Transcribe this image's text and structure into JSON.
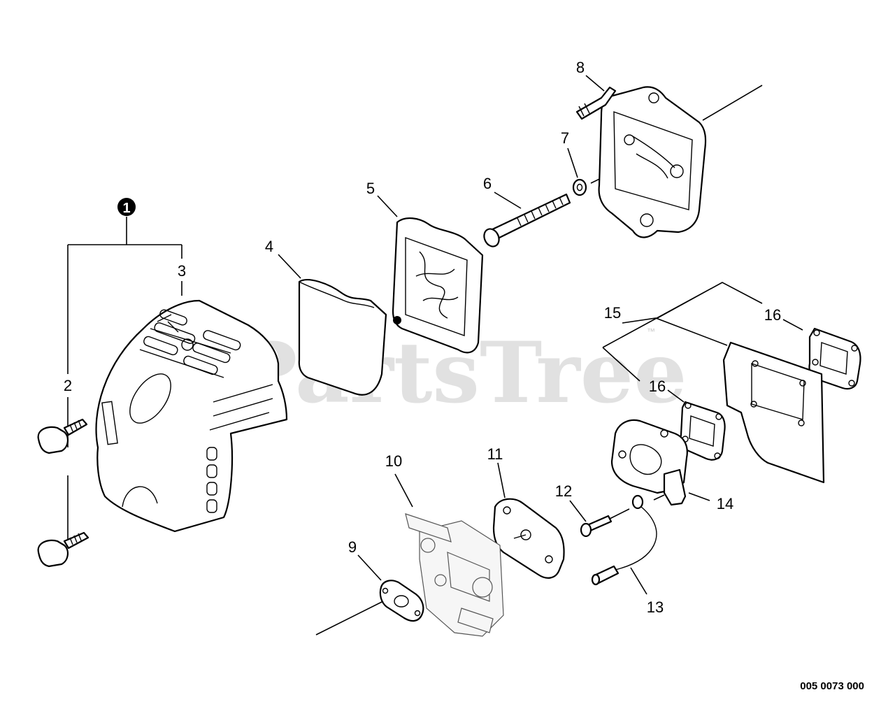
{
  "watermark": {
    "text": "PartsTree",
    "trademark": "™"
  },
  "drawing_number": "005 0073 000",
  "callouts": {
    "c1": "1",
    "c2": "2",
    "c3": "3",
    "c4": "4",
    "c5": "5",
    "c6": "6",
    "c7": "7",
    "c8": "8",
    "c9": "9",
    "c10": "10",
    "c11": "11",
    "c12": "12",
    "c13": "13",
    "c14": "14",
    "c15": "15",
    "c16a": "16",
    "c16b": "16"
  }
}
